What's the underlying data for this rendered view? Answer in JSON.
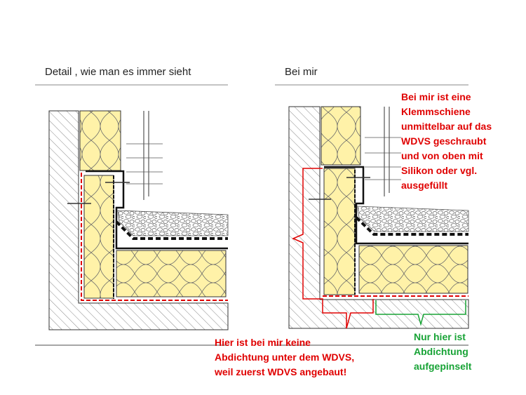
{
  "panels": {
    "left_title": "Detail , wie man es immer sieht",
    "right_title": "Bei mir"
  },
  "annotations": {
    "clamp_note": {
      "color": "#e00000",
      "lines": [
        "Bei mir ist eine",
        "Klemmschiene",
        "unmittelbar auf das",
        "WDVS geschraubt",
        "und von  oben mit",
        "Silikon oder vgl.",
        "ausgefüllt"
      ]
    },
    "no_seal_note": {
      "color": "#e00000",
      "lines": [
        "Hier ist bei mir keine",
        "Abdichtung unter dem WDVS,",
        "weil zuerst WDVS angebaut!"
      ]
    },
    "sealed_note": {
      "color": "#18a336",
      "lines": [
        "Nur hier ist",
        "Abdichtung",
        "aufgepinselt"
      ]
    }
  },
  "colors": {
    "insulation": "#fff2a8",
    "hatch": "#8a8a8a",
    "red_bracket": "#e00000",
    "green_bracket": "#18a336"
  }
}
